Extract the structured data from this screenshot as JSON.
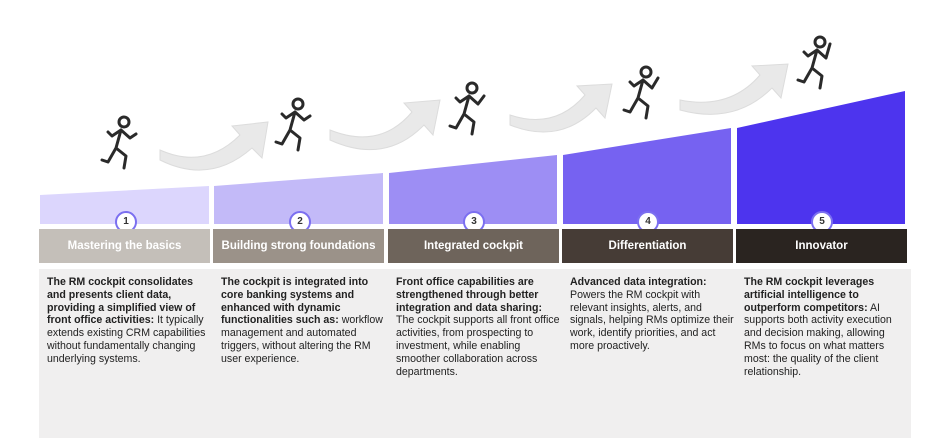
{
  "colors": {
    "ramp": [
      "#d9d4fd",
      "#c3baf8",
      "#9d8ef4",
      "#7560f1",
      "#4c33ee"
    ],
    "labels": [
      "#c4bfb9",
      "#9b9289",
      "#6e645b",
      "#463c36",
      "#2a2420"
    ],
    "card": "#f0efef",
    "arrow": "#e8e8e8",
    "badge_border": "#7b6ff0"
  },
  "icons": [
    "running-person-icon",
    "arrow-icon",
    "number-badge"
  ],
  "stages": [
    {
      "number": "1",
      "title": "Mastering the basics",
      "bold": "The RM cockpit consolidates and presents client data, providing a simplified view of front office activities:",
      "body": "It typically extends existing CRM capabilities without fundamentally changing underlying systems."
    },
    {
      "number": "2",
      "title": "Building strong foundations",
      "bold": "The cockpit is integrated into core banking systems and enhanced with dynamic functionalities such as:",
      "body": "workflow management and automated triggers, without altering the RM user experience."
    },
    {
      "number": "3",
      "title": "Integrated cockpit",
      "bold": "Front office capabilities are strengthened through better integration and data sharing:",
      "body": "The cockpit supports all front office activities, from prospecting to investment, while enabling smoother collaboration across departments."
    },
    {
      "number": "4",
      "title": "Differentiation",
      "bold": "Advanced data integration:",
      "body": "Powers the RM cockpit with relevant insights, alerts, and signals, helping RMs optimize their work, identify priorities, and act more proactively."
    },
    {
      "number": "5",
      "title": "Innovator",
      "bold": "The RM cockpit leverages artificial intelligence to outperform competitors:",
      "body": "AI supports both activity execution and decision making, allowing RMs to focus on what matters most: the quality of the client relationship."
    }
  ]
}
